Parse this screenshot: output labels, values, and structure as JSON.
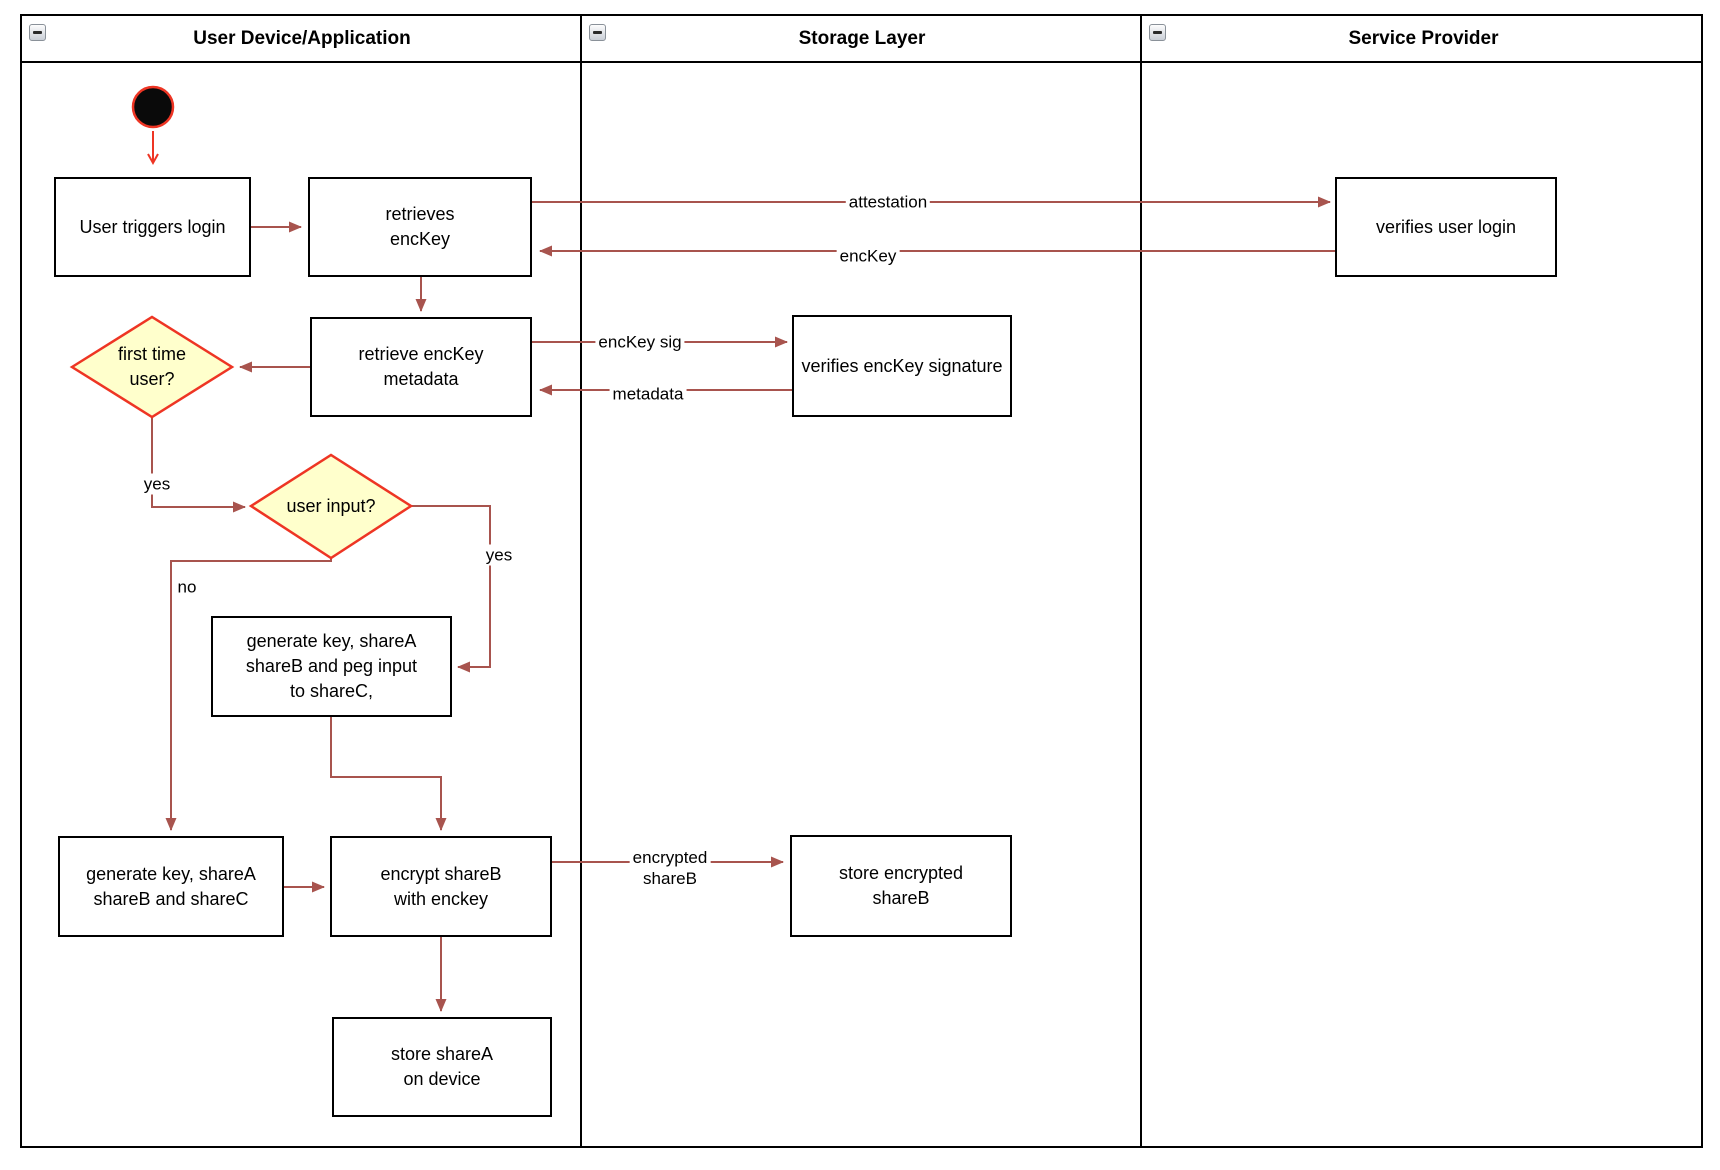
{
  "colors": {
    "flow_arrow": "#a8544e",
    "start_red": "#ee3524",
    "diamond_fill": "#ffffcc",
    "diamond_stroke": "#ee3524",
    "box_stroke": "#000000",
    "lane_border": "#000000"
  },
  "icons": {
    "lane_collapse": "minus-icon"
  },
  "lanes": [
    {
      "title": "User Device/Application"
    },
    {
      "title": "Storage Layer"
    },
    {
      "title": "Service Provider"
    }
  ],
  "nodes": {
    "user_triggers_login": {
      "label": "User triggers login"
    },
    "retrieves_enckey": {
      "label": "retrieves\nencKey"
    },
    "verifies_user_login": {
      "label": "verifies user login"
    },
    "retrieve_enckey_metadata": {
      "label": "retrieve encKey\nmetadata"
    },
    "verifies_enckey_signature": {
      "label": "verifies encKey signature"
    },
    "first_time_user": {
      "label": "first time\nuser?"
    },
    "user_input": {
      "label": "user input?"
    },
    "generate_key_peg": {
      "label": "generate key, shareA\nshareB and peg input\nto shareC,"
    },
    "generate_key_abc": {
      "label": "generate key, shareA\nshareB and shareC"
    },
    "encrypt_shareb": {
      "label": "encrypt shareB\nwith enckey"
    },
    "store_encrypted_shareb": {
      "label": "store encrypted\nshareB"
    },
    "store_sharea": {
      "label": "store shareA\non device"
    }
  },
  "edge_labels": {
    "attestation": "attestation",
    "enckey": "encKey",
    "enckey_sig": "encKey sig",
    "metadata": "metadata",
    "yes_first_time": "yes",
    "yes_user_input": "yes",
    "no_user_input": "no",
    "encrypted_shareb": "encrypted\nshareB"
  }
}
